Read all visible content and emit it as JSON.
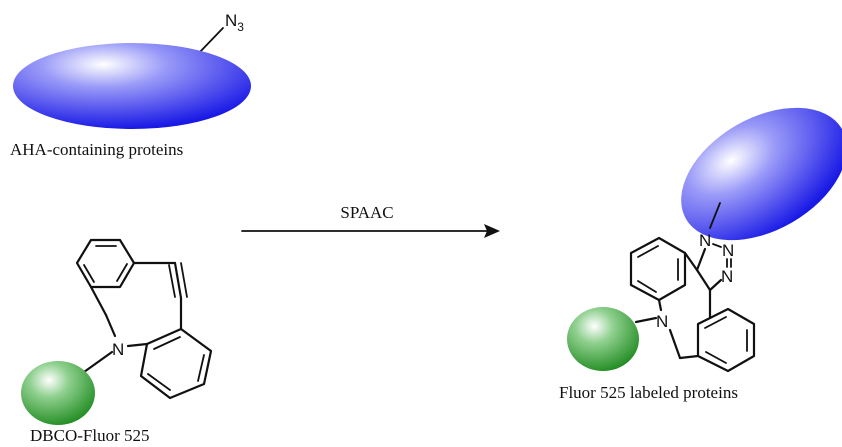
{
  "labels": {
    "protein_top": "AHA-containing proteins",
    "reagent": "DBCO-Fluor 525",
    "arrow": "SPAAC",
    "product": "Fluor 525 labeled proteins"
  },
  "atoms": {
    "azide_n": "N",
    "azide_sub": "3",
    "dbco_n": "N",
    "product_n": "N",
    "triazole_n1": "N",
    "triazole_n2": "N",
    "triazole_n3": "N"
  },
  "colors": {
    "protein_blue": "#1a1ae6",
    "dye_green": "#1e8a1e"
  }
}
